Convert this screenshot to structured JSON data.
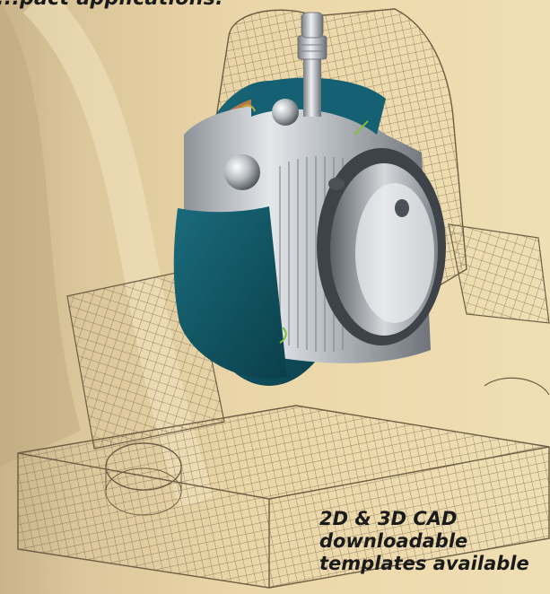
{
  "captions": {
    "top_partial": "...pact applications.",
    "cad_lines": [
      "2D & 3D CAD",
      "downloadable",
      "templates available"
    ]
  },
  "colors": {
    "background": "#e6d2a2",
    "wireframe": "#7a6a4e",
    "bearing_blue": "#0f5564",
    "bearing_steel": "#b9bec4",
    "cage_copper": "#b57a48",
    "text": "#1a1a1a"
  },
  "icons": [
    "grease-nipple-icon",
    "bearing-illustration",
    "wireframe-pillow-block"
  ]
}
